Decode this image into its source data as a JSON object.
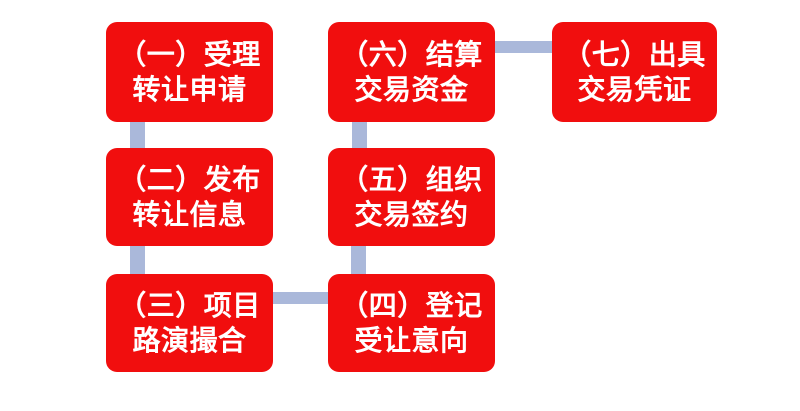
{
  "diagram": {
    "type": "flowchart",
    "nodes": [
      {
        "step": 1,
        "line1": "（一）受理",
        "line2": "转让申请"
      },
      {
        "step": 2,
        "line1": "（二）发布",
        "line2": "转让信息"
      },
      {
        "step": 3,
        "line1": "（三）项目",
        "line2": "路演撮合"
      },
      {
        "step": 4,
        "line1": "（四）登记",
        "line2": "受让意向"
      },
      {
        "step": 5,
        "line1": "（五）组织",
        "line2": "交易签约"
      },
      {
        "step": 6,
        "line1": "（六）结算",
        "line2": "交易资金"
      },
      {
        "step": 7,
        "line1": "（七）出具",
        "line2": "交易凭证"
      }
    ],
    "connectors": [
      {
        "from": 1,
        "to": 2
      },
      {
        "from": 2,
        "to": 3
      },
      {
        "from": 3,
        "to": 4
      },
      {
        "from": 4,
        "to": 5
      },
      {
        "from": 5,
        "to": 6
      },
      {
        "from": 6,
        "to": 7
      }
    ],
    "colors": {
      "node_fill": "#f10e0e",
      "node_text": "#ffffff",
      "connector": "#aab8da",
      "background": "#ffffff"
    }
  }
}
